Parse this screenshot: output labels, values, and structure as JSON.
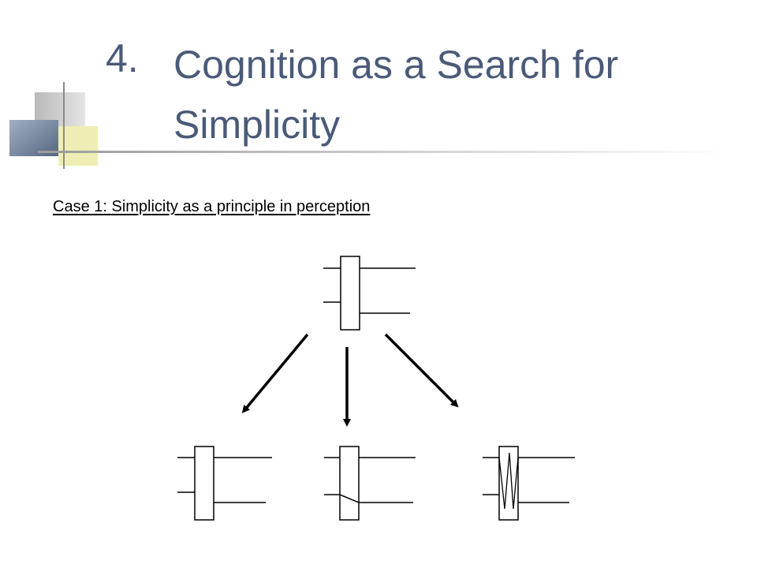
{
  "slide": {
    "title_number": "4.",
    "title_text": "Cognition as a Search for Simplicity",
    "subtitle": "Case 1: Simplicity as a principle in perception"
  },
  "colors": {
    "title": "#4a5a78",
    "deco_gray": "#c4c4c4",
    "deco_yellow": "#eeeeb0",
    "deco_blue": "#7f8fa6",
    "rule": "#bfbfbf"
  },
  "diagram": {
    "description_free": true,
    "figures": [
      {
        "id": "top",
        "variant": "ambiguous"
      },
      {
        "id": "left",
        "variant": "straight-behind"
      },
      {
        "id": "middle",
        "variant": "bent"
      },
      {
        "id": "right",
        "variant": "zigzag"
      }
    ],
    "arrows": [
      "to-left",
      "to-middle",
      "to-right"
    ]
  }
}
